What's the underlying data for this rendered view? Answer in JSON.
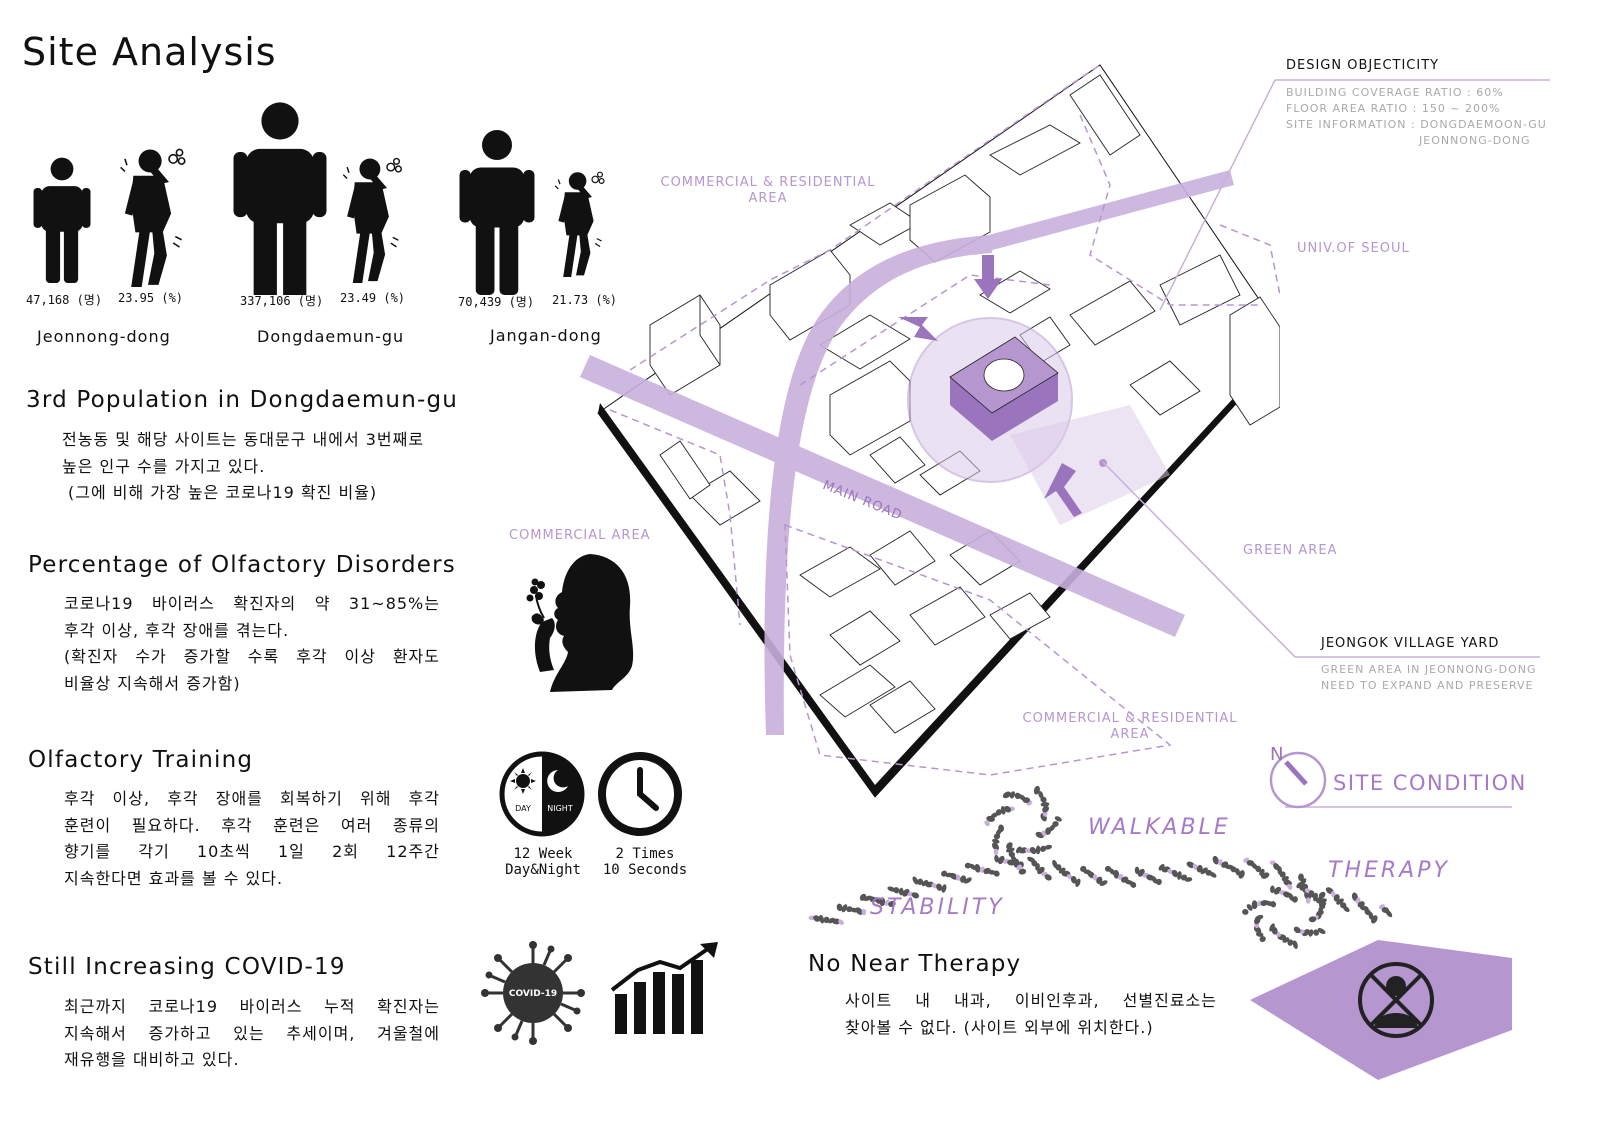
{
  "title": "Site Analysis",
  "population": [
    {
      "district": "Jeonnong-dong",
      "population": "47,168 (명)",
      "rate": "23.95 (%)"
    },
    {
      "district": "Dongdaemun-gu",
      "population": "337,106 (명)",
      "rate": "23.49 (%)"
    },
    {
      "district": "Jangan-dong",
      "population": "70,439 (명)",
      "rate": "21.73 (%)"
    }
  ],
  "sections": {
    "population_heading": "3rd Population in Dongdaemun-gu",
    "population_lines": [
      "전농동 및 해당 사이트는 동대문구 내에서 3번째로",
      "높은 인구 수를 가지고 있다.",
      "(그에 비해 가장 높은 코로나19 확진 비율)"
    ],
    "olfactory_heading": "Percentage of Olfactory Disorders",
    "olfactory_lines": [
      "코로나19 바이러스 확진자의 약 31~85%는",
      "후각 이상, 후각 장애를 겪는다.",
      "(확진자 수가 증가할 수록 후각 이상 환자도",
      "비율상 지속해서 증가함)"
    ],
    "training_heading": "Olfactory Training",
    "training_lines": [
      "후각 이상, 후각 장애를 회복하기 위해 후각",
      "훈련이 필요하다. 후각 훈련은 여러 종류의",
      "향기를 각기 10초씩 1일 2회 12주간",
      "지속한다면 효과를 볼 수 있다."
    ],
    "covid_heading": "Still Increasing COVID-19",
    "covid_lines": [
      "최근까지 코로나19 바이러스 누적 확진자는",
      "지속해서 증가하고 있는 추세이며, 겨울철에",
      "재유행을 대비하고 있다."
    ]
  },
  "training_icons": {
    "day": "DAY",
    "night": "NIGHT",
    "schedule_caption": [
      "12 Week",
      "Day&Night"
    ],
    "times_caption": [
      "2 Times",
      "10 Seconds"
    ]
  },
  "covid_icon_text": "COVID-19",
  "map_labels": {
    "commercial_residential_top": [
      "COMMERCIAL & RESIDENTIAL",
      "AREA"
    ],
    "commercial_area": "COMMERCIAL AREA",
    "commercial_residential_bottom": [
      "COMMERCIAL & RESIDENTIAL",
      "AREA"
    ],
    "univ": "UNIV.OF SEOUL",
    "green_area": "GREEN AREA",
    "main_road": "MAIN ROAD"
  },
  "design_objecticity": {
    "heading": "DESIGN OBJECTICITY",
    "lines": [
      "BUILDING COVERAGE RATIO : 60%",
      "FLOOR AREA RATIO : 150 ~ 200%",
      "SITE INFORMATION : DONGDAEMOON-GU",
      "JEONNONG-DONG"
    ]
  },
  "village_yard": {
    "heading": "JEONGOK VILLAGE YARD",
    "lines": [
      "GREEN AREA IN JEONNONG-DONG",
      "NEED TO EXPAND AND PRESERVE"
    ]
  },
  "site_condition": {
    "north": "N",
    "label": "SITE CONDITION"
  },
  "keywords": {
    "walkable": "WALKABLE",
    "therapy": "THERAPY",
    "stability": "STABILITY"
  },
  "no_near_therapy": {
    "heading": "No Near Therapy",
    "lines": [
      "사이트 내 내과, 이비인후과, 선별진료소는",
      "찾아볼 수 없다. (사이트 외부에 위치한다.)"
    ]
  },
  "colors": {
    "accent": "#b596cf",
    "accent_dark": "#9a74bd",
    "accent_fill": "#c8b0dc"
  }
}
